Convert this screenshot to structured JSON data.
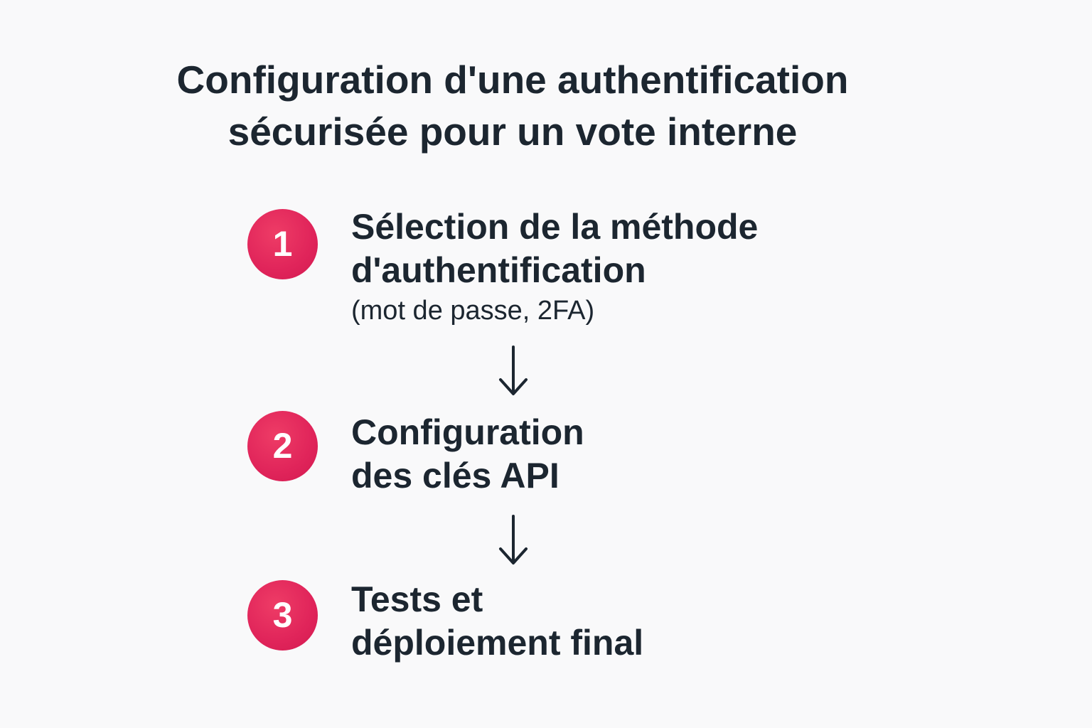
{
  "title": {
    "line1": "Configuration d'une authentification",
    "line2": "sécurisée pour un vote interne"
  },
  "steps": [
    {
      "number": "1",
      "lines": [
        "Sélection de la méthode",
        "d'authentification"
      ],
      "subtitle": "(mot de passe, 2FA)"
    },
    {
      "number": "2",
      "lines": [
        "Configuration",
        "des clés API"
      ]
    },
    {
      "number": "3",
      "lines": [
        "Tests et",
        "déploiement final"
      ]
    }
  ],
  "colors": {
    "accent": "#e0245a",
    "text": "#1c2630",
    "background": "#f9f9fa"
  },
  "icons": {
    "connector": "down-arrow-icon"
  }
}
